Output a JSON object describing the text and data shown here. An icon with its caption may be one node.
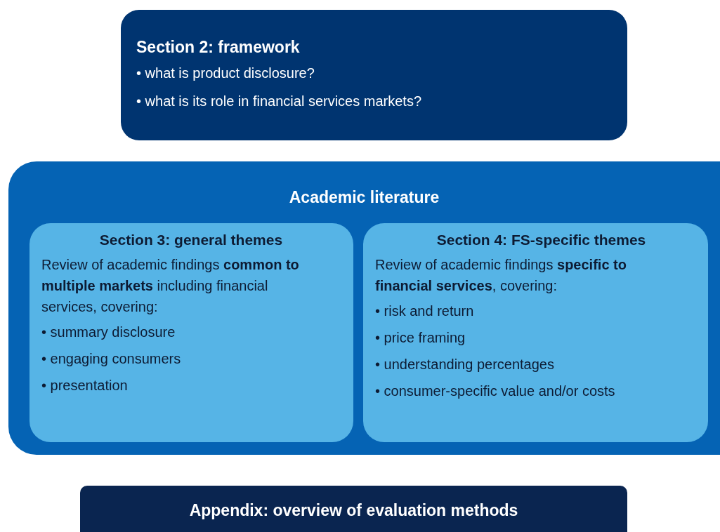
{
  "diagram": {
    "nodes": [
      {
        "text": [
          "Section 2: framework",
          "• what is product disclosure?",
          "• what is its role in financial services markets?"
        ]
      },
      {
        "text": [
          "Academic literature"
        ]
      },
      {
        "text": [
          "Section 3: general themes",
          "Review of academic findings **common to multiple markets** including financial services, covering:",
          "• summary disclosure",
          "• engaging consumers",
          "• presentation"
        ],
        "in": 1
      },
      {
        "text": [
          "Section 4: FS-specific themes",
          "Review of academic findings **specific to financial services**, covering:",
          "• risk and return",
          "• price framing",
          "• understanding percentages",
          "• consumer-specific value and/or costs"
        ],
        "in": 1
      },
      {
        "text": [
          "Appendix: overview of evaluation methods"
        ]
      }
    ]
  }
}
